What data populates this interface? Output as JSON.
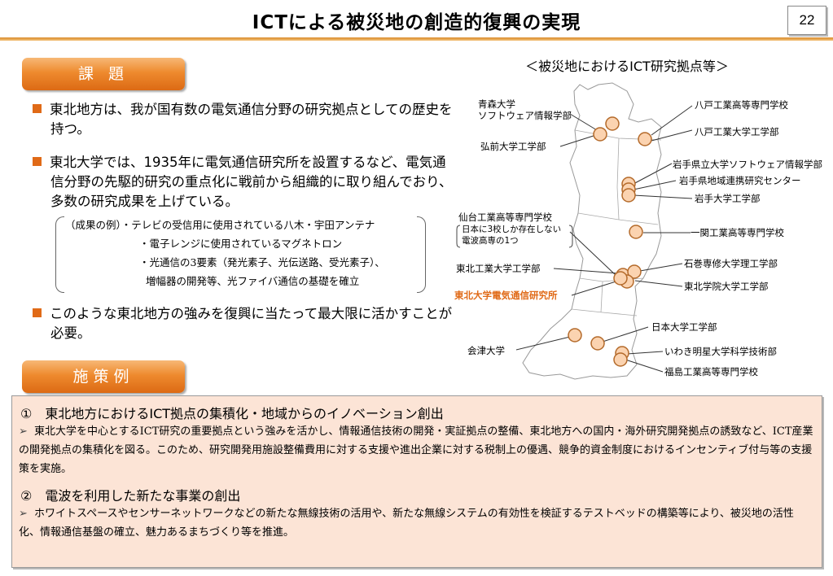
{
  "header": {
    "title": "ICTによる被災地の創造的復興の実現",
    "page_number": "22"
  },
  "section_issue": {
    "label": "課 題",
    "paragraphs": [
      "東北地方は、我が国有数の電気通信分野の研究拠点としての歴史を持つ。",
      "東北大学では、1935年に電気通信研究所を設置するなど、電気通信分野の先駆的研究の重点化に戦前から組織的に取り組んでおり、多数の研究成果を上げている。",
      "このような東北地方の強みを復興に当たって最大限に活かすことが必要。"
    ],
    "example_lines": [
      "（成果の例）・テレビの受信用に使用されている八木・宇田アンテナ",
      "・電子レンジに使用されているマグネトロン",
      "・光通信の3要素（発光素子、光伝送路、受光素子）、",
      "増幅器の開発等、光ファイバ通信の基礎を確立"
    ]
  },
  "map": {
    "title": "＜被災地におけるICT研究拠点等＞",
    "labels": {
      "aomori_1": "青森大学",
      "aomori_2": "ソフトウェア情報学部",
      "hirosaki": "弘前大学工学部",
      "sendai_kosen_1": "仙台工業高等専門学校",
      "sendai_kosen_2": "日本に3校しか存在しない",
      "sendai_kosen_3": "電波高専の1つ",
      "tohoku_kogyo": "東北工業大学工学部",
      "tohoku_riec": "東北大学電気通信研究所",
      "aizu": "会津大学",
      "hachinohe_kosen": "八戸工業高等専門学校",
      "hachinohe_univ": "八戸工業大学工学部",
      "iwate_pref": "岩手県立大学ソフトウェア情報学部",
      "iwate_center": "岩手県地域連携研究センター",
      "iwate_univ": "岩手大学工学部",
      "ichinoseki": "一関工業高等専門学校",
      "ishinomaki": "石巻専修大学理工学部",
      "tohoku_gakuin": "東北学院大学工学部",
      "nihon_univ": "日本大学工学部",
      "iwaki_meisei": "いわき明星大学科学技術部",
      "fukushima_kosen": "福島工業高等専門学校"
    }
  },
  "section_measures": {
    "label": "施策例",
    "items": [
      {
        "heading": "①　東北地方におけるICT拠点の集積化・地域からのイノベーション創出",
        "bullet": "➢",
        "body": "東北大学を中心とするICT研究の重要拠点という強みを活かし、情報通信技術の開発・実証拠点の整備、東北地方への国内・海外研究開発拠点の誘致など、ICT産業の開発拠点の集積化を図る。このため、研究開発用施設整備費用に対する支援や進出企業に対する税制上の優遇、競争的資金制度におけるインセンティブ付与等の支援策を実施。"
      },
      {
        "heading": "②　電波を利用した新たな事業の創出",
        "bullet": "➢",
        "body": "ホワイトスペースやセンサーネットワークなどの新たな無線技術の活用や、新たな無線システムの有効性を検証するテストベッドの構築等により、被災地の活性化、情報通信基盤の確立、魅力あるまちづくり等を推進。"
      }
    ]
  },
  "colors": {
    "accent": "#e06a17",
    "box_fill": "#fce4d6",
    "marker_fill": "#fbd3b0",
    "marker_stroke": "#b46a2a"
  }
}
